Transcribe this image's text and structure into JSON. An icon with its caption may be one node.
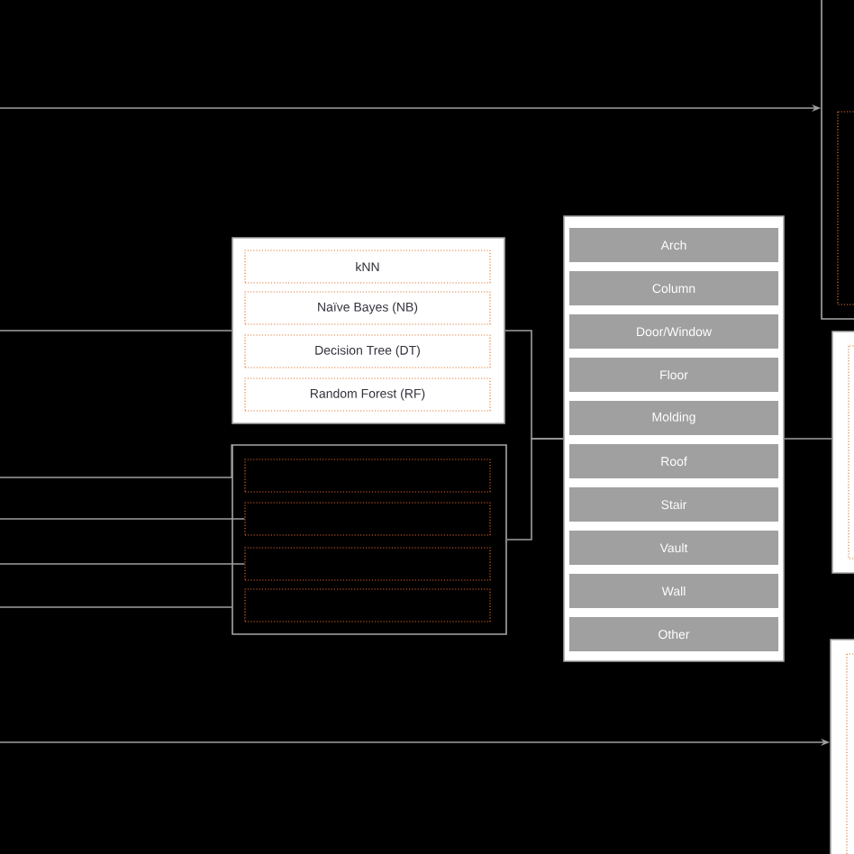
{
  "diagram": {
    "nodes": [
      {
        "text": [],
        "shape": "box"
      },
      {
        "text": [
          "kNN"
        ],
        "in": 0
      },
      {
        "text": [
          "Naïve Bayes (NB)"
        ],
        "in": 0
      },
      {
        "text": [
          "Decision Tree (DT)"
        ],
        "in": 0
      },
      {
        "text": [
          "Random Forest (RF)"
        ],
        "in": 0
      },
      {
        "text": [],
        "shape": "box"
      },
      {
        "text": [],
        "shape": "box",
        "in": 5
      },
      {
        "text": [],
        "shape": "box",
        "in": 5
      },
      {
        "text": [],
        "shape": "box",
        "in": 5
      },
      {
        "text": [],
        "shape": "box",
        "in": 5
      },
      {
        "text": [],
        "shape": "box"
      },
      {
        "text": [
          "Arch"
        ],
        "in": 10
      },
      {
        "text": [
          "Column"
        ],
        "in": 10
      },
      {
        "text": [
          "Door/Window"
        ],
        "in": 10
      },
      {
        "text": [
          "Floor"
        ],
        "in": 10
      },
      {
        "text": [
          "Molding"
        ],
        "in": 10
      },
      {
        "text": [
          "Roof"
        ],
        "in": 10
      },
      {
        "text": [
          "Stair"
        ],
        "in": 10
      },
      {
        "text": [
          "Vault"
        ],
        "in": 10
      },
      {
        "text": [
          "Wall"
        ],
        "in": 10
      },
      {
        "text": [
          "Other"
        ],
        "in": 10
      },
      {
        "text": [],
        "shape": "box"
      },
      {
        "text": [],
        "shape": "box"
      },
      {
        "text": [],
        "shape": "box"
      }
    ],
    "edges": [
      {
        "from": null,
        "to": 21,
        "arrow": "to"
      },
      {
        "from": null,
        "to": 0,
        "arrow": "none"
      },
      {
        "from": null,
        "to": 5,
        "arrow": "none"
      },
      {
        "from": null,
        "to": 7,
        "arrow": "none"
      },
      {
        "from": null,
        "to": 8,
        "arrow": "none"
      },
      {
        "from": null,
        "to": 5,
        "arrow": "none"
      },
      {
        "from": 0,
        "to": 10,
        "arrow": "none"
      },
      {
        "from": 5,
        "to": 10,
        "arrow": "none"
      },
      {
        "from": 10,
        "to": 22,
        "arrow": "none"
      },
      {
        "from": null,
        "to": 23,
        "arrow": "to"
      }
    ]
  }
}
